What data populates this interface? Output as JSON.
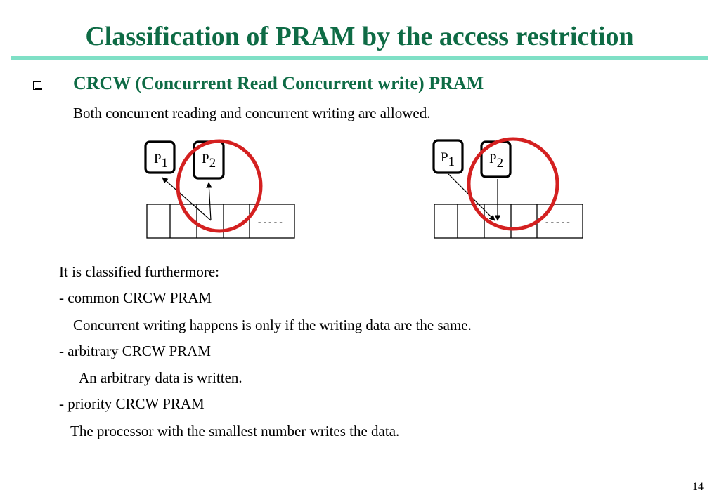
{
  "slide": {
    "title": "Classification of PRAM by the access restriction",
    "heading": "CRCW (Concurrent Read Concurrent write) PRAM",
    "intro": "Both concurrent reading and concurrent writing are allowed.",
    "page_number": "14"
  },
  "diagram": {
    "processor_letter": "P",
    "p1_index": "1",
    "p2_index": "2",
    "memory_ellipsis": "- - - - -",
    "colors": {
      "circle": "#d42020",
      "arrow": "#000000"
    }
  },
  "body": {
    "line1": "It is classified furthermore:",
    "line2": "- common CRCW PRAM",
    "line3": "Concurrent writing happens is only if the writing data are the same.",
    "line4": "- arbitrary CRCW PRAM",
    "line5": "An arbitrary data is written.",
    "line6": "- priority CRCW PRAM",
    "line7": "The processor with the smallest number writes the data."
  },
  "colors": {
    "title": "#0e6b45",
    "rule": "#7fe0c6"
  },
  "icons": {
    "bullet": "hollow-square-bullet-icon"
  }
}
